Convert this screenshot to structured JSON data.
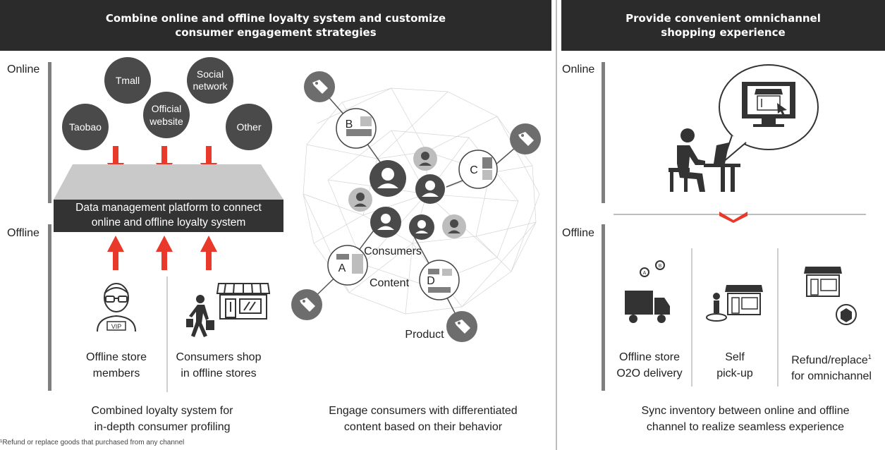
{
  "left_panel": {
    "header": [
      "Combine online and offline loyalty system and customize",
      "consumer engagement strategies"
    ],
    "online_label": "Online",
    "offline_label": "Offline",
    "channels": [
      "Tmall",
      "Social network",
      "Official website",
      "Taobao",
      "Other"
    ],
    "platform_text": [
      "Data management platform to connect",
      "online and offline loyalty system"
    ],
    "vip_badge": "VIP",
    "store_members": [
      "Offline store",
      "members"
    ],
    "shop_offline": [
      "Consumers shop",
      "in offline stores"
    ],
    "caption_left": [
      "Combined loyalty system for",
      "in-depth consumer profiling"
    ],
    "network_nodes": [
      "B",
      "C",
      "A",
      "D"
    ],
    "consumers_label": "Consumers",
    "content_label": "Content",
    "product_label": "Product",
    "caption_right": [
      "Engage consumers with differentiated",
      "content based on their behavior"
    ]
  },
  "right_panel": {
    "header": [
      "Provide convenient omnichannel",
      "shopping experience"
    ],
    "online_label": "Online",
    "offline_label": "Offline",
    "services": [
      [
        "Offline store",
        "O2O delivery"
      ],
      [
        "Self",
        "pick-up"
      ],
      [
        "Refund/replace",
        "for omnichannel"
      ]
    ],
    "footnote_mark": "1",
    "caption": [
      "Sync inventory between online and offline",
      "channel to realize seamless experience"
    ]
  },
  "footnote": "¹Refund or replace goods that purchased from any channel",
  "colors": {
    "header_bg": "#2b2b2b",
    "arrow_red": "#e8392b",
    "node_dark": "#4a4a4a",
    "node_light": "#bdbdbd",
    "bar_gray": "#7f7f7f"
  }
}
